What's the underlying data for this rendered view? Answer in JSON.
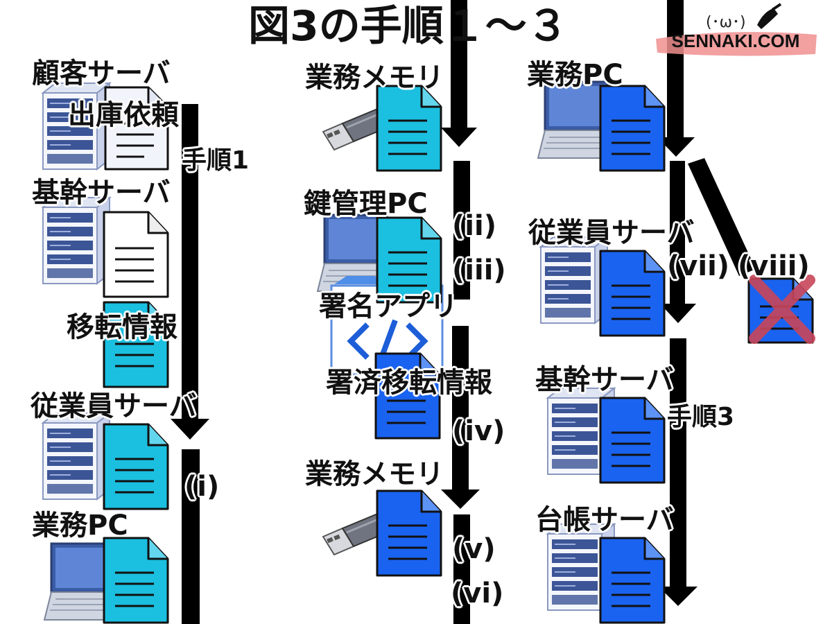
{
  "title": "図3の手順１～３",
  "logo": {
    "text": "SENNAKI.COM",
    "face": "(･ω･)"
  },
  "colors": {
    "doc_light": "#f2f4fb",
    "doc_cyan": "#1bbfe0",
    "doc_blue": "#1a63f0",
    "outline": "#111111",
    "server_light": "#f4f6fb",
    "server_dark": "#3c5596",
    "laptop_blue": "#3b5da8",
    "arrow": "#000000",
    "cross": "#c8465a",
    "logo_brush": "#f08f8f"
  },
  "column1": {
    "customer_server": "顧客サーバ",
    "shipping_request": "出庫依頼",
    "step1": "手順1",
    "core_server": "基幹サーバ",
    "transfer_info": "移転情報",
    "employee_server": "従業員サーバ",
    "step_i": "(i)",
    "work_pc": "業務PC"
  },
  "column2": {
    "work_memory_top": "業務メモリ",
    "key_pc": "鍵管理PC",
    "step_ii": "(ii)",
    "step_iii": "(iii)",
    "signing_app": "署名アプリ",
    "signed_transfer_info": "署済移転情報",
    "step_iv": "(iv)",
    "work_memory_bottom": "業務メモリ",
    "step_v": "(v)",
    "step_vi": "(vi)"
  },
  "column3": {
    "work_pc": "業務PC",
    "employee_server": "従業員サーバ",
    "step_vii": "(vii)",
    "step_viii": "(viii)",
    "core_server": "基幹サーバ",
    "step3": "手順3",
    "ledger_server": "台帳サーバ"
  }
}
